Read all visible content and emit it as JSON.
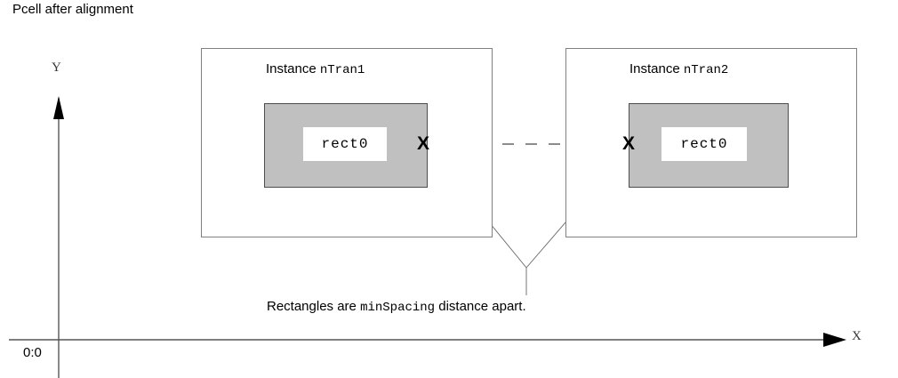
{
  "diagram": {
    "title": "Pcell after alignment",
    "caption": {
      "before": "Rectangles are ",
      "code": "minSpacing",
      "after": " distance apart."
    },
    "axes": {
      "y_label": "Y",
      "x_label": "X",
      "origin_label": "0:0"
    },
    "instances": [
      {
        "label_prefix": "Instance ",
        "name": "nTran1",
        "rect_label": "rect0",
        "marker": "X"
      },
      {
        "label_prefix": "Instance ",
        "name": "nTran2",
        "rect_label": "rect0",
        "marker": "X"
      }
    ],
    "colors": {
      "layer_fill": "#c0c0c0",
      "layer_border": "#4d4d4d",
      "instance_border": "#808080",
      "dashed_line": "#808080",
      "leader_line": "#666666",
      "axis": "#555555",
      "text": "#000000"
    }
  }
}
